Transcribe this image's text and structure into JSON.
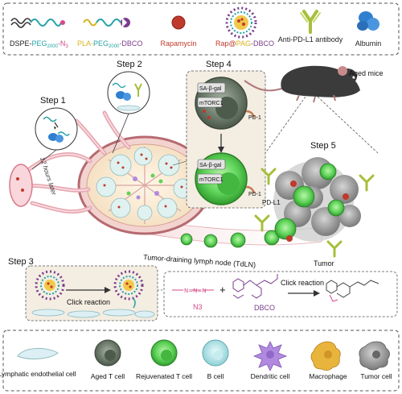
{
  "legend_top": {
    "items": [
      {
        "prefix": "DSPE-",
        "mid": "PEG",
        "sub": "2000",
        "suffix": "-N",
        "sub2": "3"
      },
      {
        "prefix": "PLA-",
        "mid": "PEG",
        "sub": "2000",
        "suffix": "-DBCO"
      },
      {
        "label": "Rapamycin"
      },
      {
        "prefix": "Rap@",
        "mid": "PAG",
        "suffix": "-DBCO"
      },
      {
        "label": "Anti-PD-L1 antibody"
      },
      {
        "label": "Albumin"
      }
    ]
  },
  "steps": {
    "step1": "Step 1",
    "step2": "Step 2",
    "step3": "Step 3",
    "step4": "Step 4",
    "step5": "Step 5"
  },
  "labels": {
    "hours_later": "12 hours later",
    "lymph_node": "Tumor-draining lymph node (TdLN)",
    "aged_mice": "Aged mice",
    "pd1_top": "PD-1",
    "pd1_bottom": "PD-1",
    "pdl1": "PD-L1",
    "tumor": "Tumor",
    "sa_top": "SA-β-gal",
    "mtorc1_top": "mTORC1",
    "sa_bottom": "SA-β-gal",
    "mtorc1_bottom": "mTORC1",
    "click_reaction": "Click reaction",
    "click_reaction_right": "Click reaction",
    "n3": "N3",
    "dbco": "DBCO",
    "plus": "+"
  },
  "legend_bottom": {
    "items": [
      "Lymphatic endothelial cell",
      "Aged T cell",
      "Rejuvenated T cell",
      "B cell",
      "Dendritic cell",
      "Macrophage",
      "Tumor cell"
    ]
  },
  "colors": {
    "peg_teal": "#27a3a6",
    "pla_yellow": "#d9b21a",
    "rapamycin": "#c0392b",
    "n3_pink": "#d44a8a",
    "dbco_purple": "#7a3c8c",
    "antibody": "#a5bf3a",
    "albumin": "#2f7fd0",
    "aged_t": "#6b7a6a",
    "rejuv_t": "#5fd35a",
    "b_cell": "#a8dfe3",
    "dendritic": "#b18ae0",
    "macrophage": "#e8b43c",
    "tumor": "#8c8c8c"
  }
}
